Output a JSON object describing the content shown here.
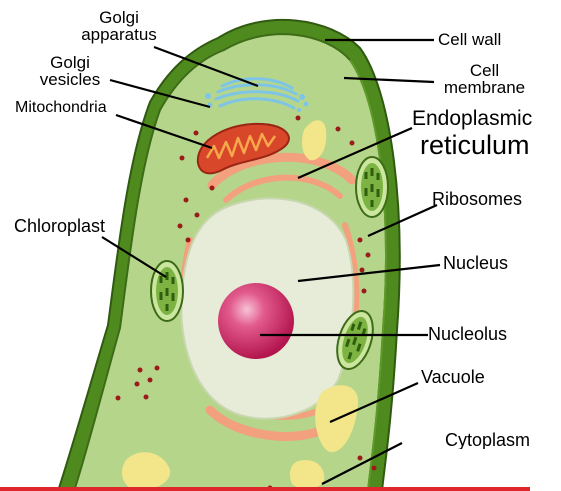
{
  "labels": {
    "golgi_apparatus": [
      "Golgi",
      "apparatus"
    ],
    "golgi_vesicles": [
      "Golgi",
      "vesicles"
    ],
    "mitochondria": "Mitochondria",
    "chloroplast": "Chloroplast",
    "cell_wall": "Cell wall",
    "cell_membrane": [
      "Cell",
      "membrane"
    ],
    "endoplasmic_reticulum": [
      "Endoplasmic",
      "reticulum"
    ],
    "ribosomes": "Ribosomes",
    "nucleus": "Nucleus",
    "nucleolus": "Nucleolus",
    "vacuole": "Vacuole",
    "cytoplasm": "Cytoplasm"
  },
  "colors": {
    "cell_wall": "#4f8a1f",
    "membrane_outline": "#3d6b17",
    "cytoplasm": "#b5d68a",
    "vacuole": "#e6ecd8",
    "nucleolus": "#d8326a",
    "mitochondria": "#d9472b",
    "golgi": "#7ec4e6",
    "er": "#f2a07e",
    "ribosome": "#9b1b1b",
    "chloroplast": "#7cb342",
    "yellow_body": "#f3e58a",
    "bottom_bar": "#e0262d"
  }
}
